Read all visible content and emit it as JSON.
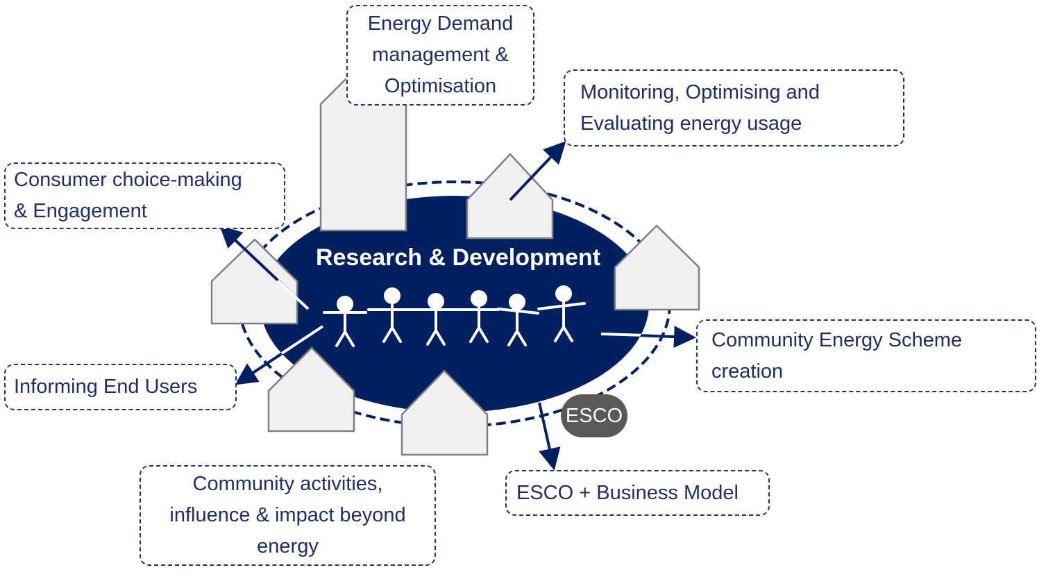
{
  "center": {
    "title": "Research & Development",
    "badge": "ESCO"
  },
  "boxes": {
    "energy_demand": [
      "Energy Demand",
      "management &",
      "Optimisation"
    ],
    "monitoring": [
      "Monitoring, Optimising and",
      "Evaluating energy usage"
    ],
    "consumer": [
      "Consumer choice-making",
      "& Engagement"
    ],
    "informing": [
      "Informing End Users"
    ],
    "community_scheme": [
      "Community Energy Scheme",
      "creation"
    ],
    "esco_model": [
      "ESCO + Business Model"
    ],
    "community_activities": [
      "Community activities,",
      "influence & impact beyond",
      "energy"
    ]
  },
  "colors": {
    "navy": "#002060",
    "house_fill": "#f0f0f0",
    "house_stroke": "#7f7f7f",
    "badge": "#595959"
  }
}
